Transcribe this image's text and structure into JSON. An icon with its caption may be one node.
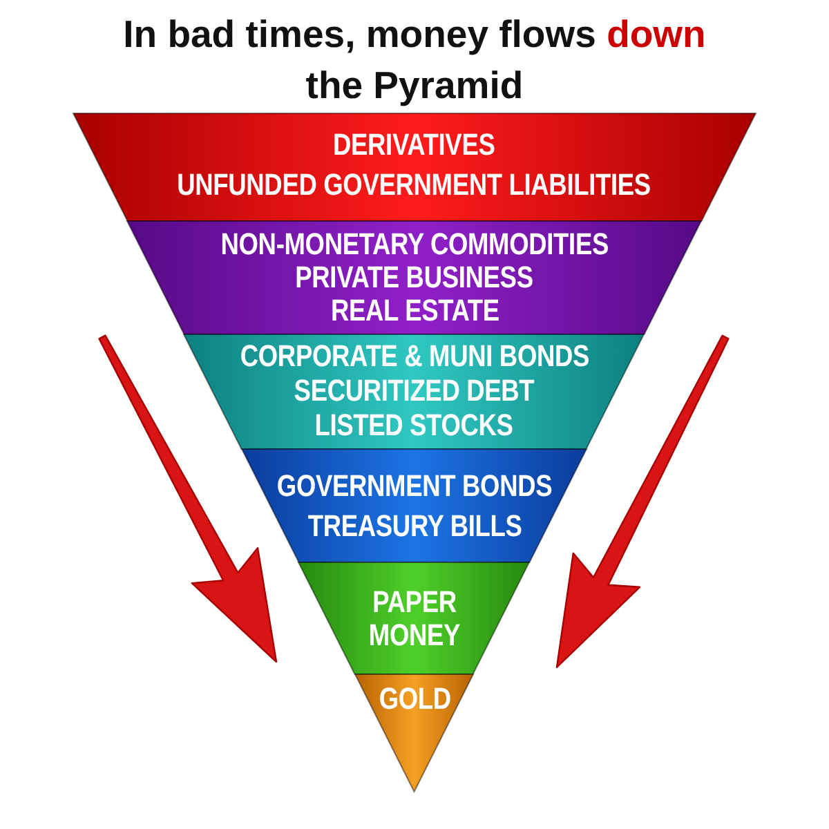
{
  "diagram": {
    "title": "In bad times, money flows **down** the Pyramid",
    "nodes": [
      {
        "text": [
          "DERIVATIVES",
          "UNFUNDED GOVERNMENT LIABILITIES"
        ]
      },
      {
        "text": [
          "NON-MONETARY COMMODITIES",
          "PRIVATE BUSINESS",
          "REAL ESTATE"
        ]
      },
      {
        "text": [
          "CORPORATE & MUNI BONDS",
          "SECURITIZED DEBT",
          "LISTED STOCKS"
        ]
      },
      {
        "text": [
          "GOVERNMENT BONDS",
          "TREASURY BILLS"
        ]
      },
      {
        "text": [
          "PAPER MONEY"
        ]
      },
      {
        "text": [
          "GOLD"
        ]
      }
    ]
  }
}
